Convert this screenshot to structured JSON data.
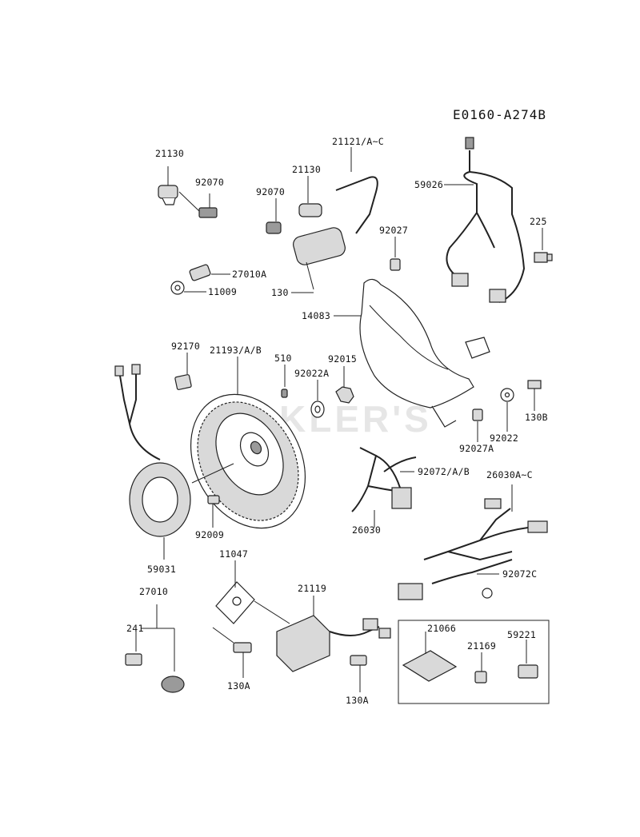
{
  "diagram_code": "E0160-A274B",
  "watermark": "JACKLER'S",
  "labels": {
    "p21130a": "21130",
    "p92070a": "92070",
    "p21130b": "21130",
    "p92070b": "92070",
    "p21121": "21121/A~C",
    "p59026": "59026",
    "p225": "225",
    "p92027": "92027",
    "p27010A": "27010A",
    "p11009": "11009",
    "p130": "130",
    "p14083": "14083",
    "p92170": "92170",
    "p21193": "21193/A/B",
    "p510": "510",
    "p92015": "92015",
    "p92022A": "92022A",
    "p130B": "130B",
    "p92022": "92022",
    "p92027A": "92027A",
    "p92072": "92072/A/B",
    "p26030AC": "26030A~C",
    "p26030": "26030",
    "p92009": "92009",
    "p59031": "59031",
    "p11047": "11047",
    "p21119": "21119",
    "p92072C": "92072C",
    "p27010": "27010",
    "p241": "241",
    "p130Aa": "130A",
    "p130Ab": "130A",
    "p21066": "21066",
    "p21169": "21169",
    "p59221": "59221"
  }
}
